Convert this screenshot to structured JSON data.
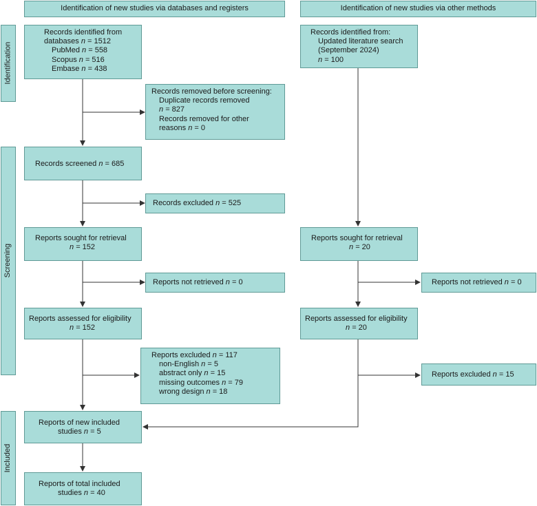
{
  "headers": {
    "databases": "Identification of new studies via databases and registers",
    "other": "Identification of new studies via other methods"
  },
  "phases": {
    "identification": "Identification",
    "screening": "Screening",
    "included": "Included"
  },
  "db": {
    "identified": {
      "line1": "Records identified from",
      "line2_pre": "databases ",
      "line2_val": "= 1512",
      "line3_pre": "PubMed ",
      "line3_val": "= 558",
      "line4_pre": "Scopus ",
      "line4_val": "= 516",
      "line5_pre": "Embase ",
      "line5_val": "= 438"
    },
    "removed": {
      "line1": "Records removed before screening:",
      "line2": "Duplicate records removed",
      "line3_val": "= 827",
      "line4": "Records removed for other",
      "line5_pre": "reasons ",
      "line5_val": "= 0"
    },
    "screened": {
      "pre": "Records screened ",
      "val": "= 685"
    },
    "excluded": {
      "pre": "Records excluded ",
      "val": "= 525"
    },
    "sought": {
      "line1": "Reports sought for retrieval",
      "val": "= 152"
    },
    "not_retrieved": {
      "pre": "Reports not retrieved ",
      "val": "= 0"
    },
    "assessed": {
      "line1": "Reports assessed for eligibility",
      "val": "= 152"
    },
    "reports_excluded": {
      "line1_pre": "Reports excluded ",
      "line1_val": "= 117",
      "r1_pre": "non-English ",
      "r1_val": "= 5",
      "r2_pre": "abstract only ",
      "r2_val": "= 15",
      "r3_pre": "missing outcomes ",
      "r3_val": "= 79",
      "r4_pre": "wrong design ",
      "r4_val": "= 18"
    },
    "new_included": {
      "line1": "Reports of new included",
      "line2_pre": "studies ",
      "val": "= 5"
    },
    "total_included": {
      "line1": "Reports of total included",
      "line2_pre": "studies ",
      "val": "= 40"
    }
  },
  "other": {
    "identified": {
      "line1": "Records identified from:",
      "line2": "Updated literature search",
      "line3": "(September 2024)",
      "val": "= 100"
    },
    "sought": {
      "line1": "Reports sought for retrieval",
      "val": "= 20"
    },
    "not_retrieved": {
      "pre": "Reports not retrieved ",
      "val": "= 0"
    },
    "assessed": {
      "line1": "Reports assessed for eligibility",
      "val": "= 20"
    },
    "excluded": {
      "pre": "Reports excluded ",
      "val": "= 15"
    }
  },
  "n_symbol": "n",
  "colors": {
    "box_fill": "#a9dcd9",
    "box_border": "#5e9995",
    "arrow": "#333333"
  }
}
